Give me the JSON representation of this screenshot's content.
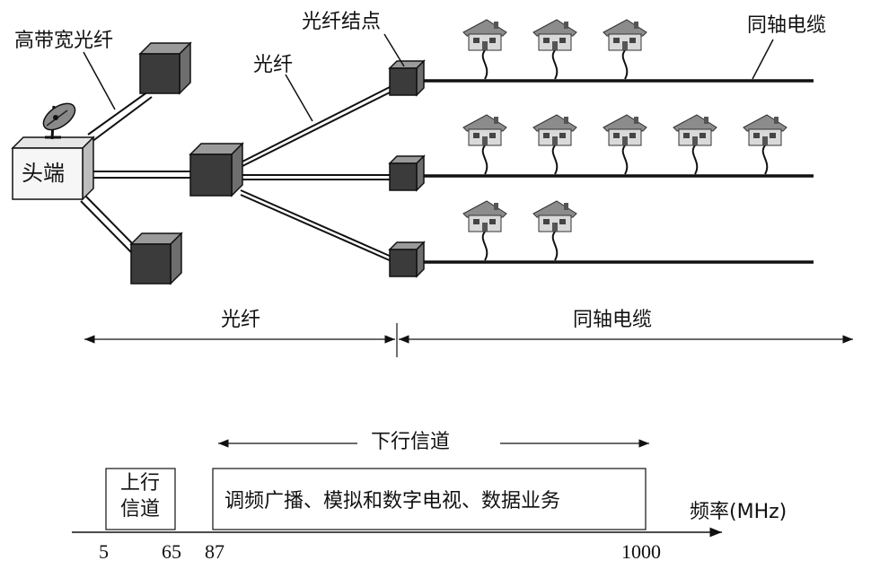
{
  "labels": {
    "broadband_fiber": "高带宽光纤",
    "fiber": "光纤",
    "fiber_node": "光纤结点",
    "coax": "同轴电缆",
    "headend": "头端",
    "span_fiber": "光纤",
    "span_coax": "同轴电缆"
  },
  "spectrum": {
    "upstream_line1": "上行",
    "upstream_line2": "信道",
    "downstream_title": "下行信道",
    "downstream_content": "调频广播、模拟和数字电视、数据业务",
    "axis_label": "频率(MHz)",
    "ticks": [
      "5",
      "65",
      "87",
      "1000"
    ]
  },
  "houses_per_line": [
    3,
    5,
    2
  ]
}
